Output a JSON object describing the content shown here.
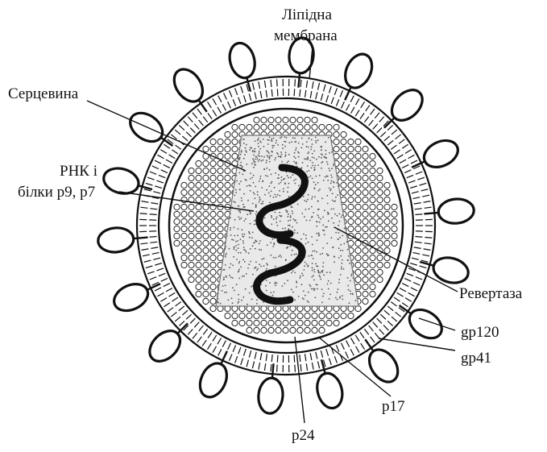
{
  "labels": {
    "lipid_membrane": [
      "Ліпідна",
      "мембрана"
    ],
    "core": "Серцевина",
    "rna_proteins": [
      "РНК і",
      "білки р9, р7"
    ],
    "revertase": "Ревертаза",
    "gp120": "gp120",
    "gp41": "gp41",
    "p17": "p17",
    "p24": "p24"
  },
  "colors": {
    "ink": "#111111",
    "background": "#ffffff"
  }
}
